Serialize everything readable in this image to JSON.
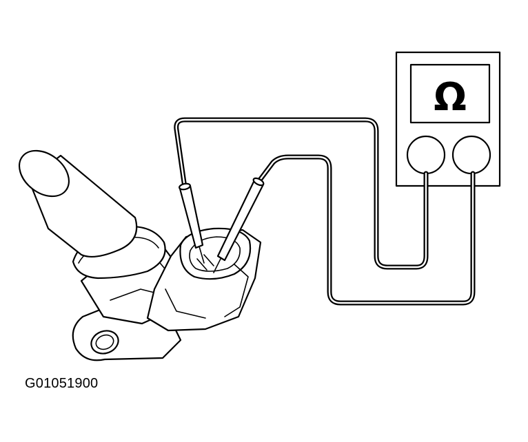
{
  "figure": {
    "caption": "G01051900",
    "meter_symbol": "Ω"
  },
  "components": {
    "sensor": "sensor-body",
    "connector": "sensor-connector",
    "meter": "ohmmeter",
    "probes": [
      "probe-left",
      "probe-right"
    ],
    "leads": [
      "lead-left",
      "lead-right"
    ]
  }
}
